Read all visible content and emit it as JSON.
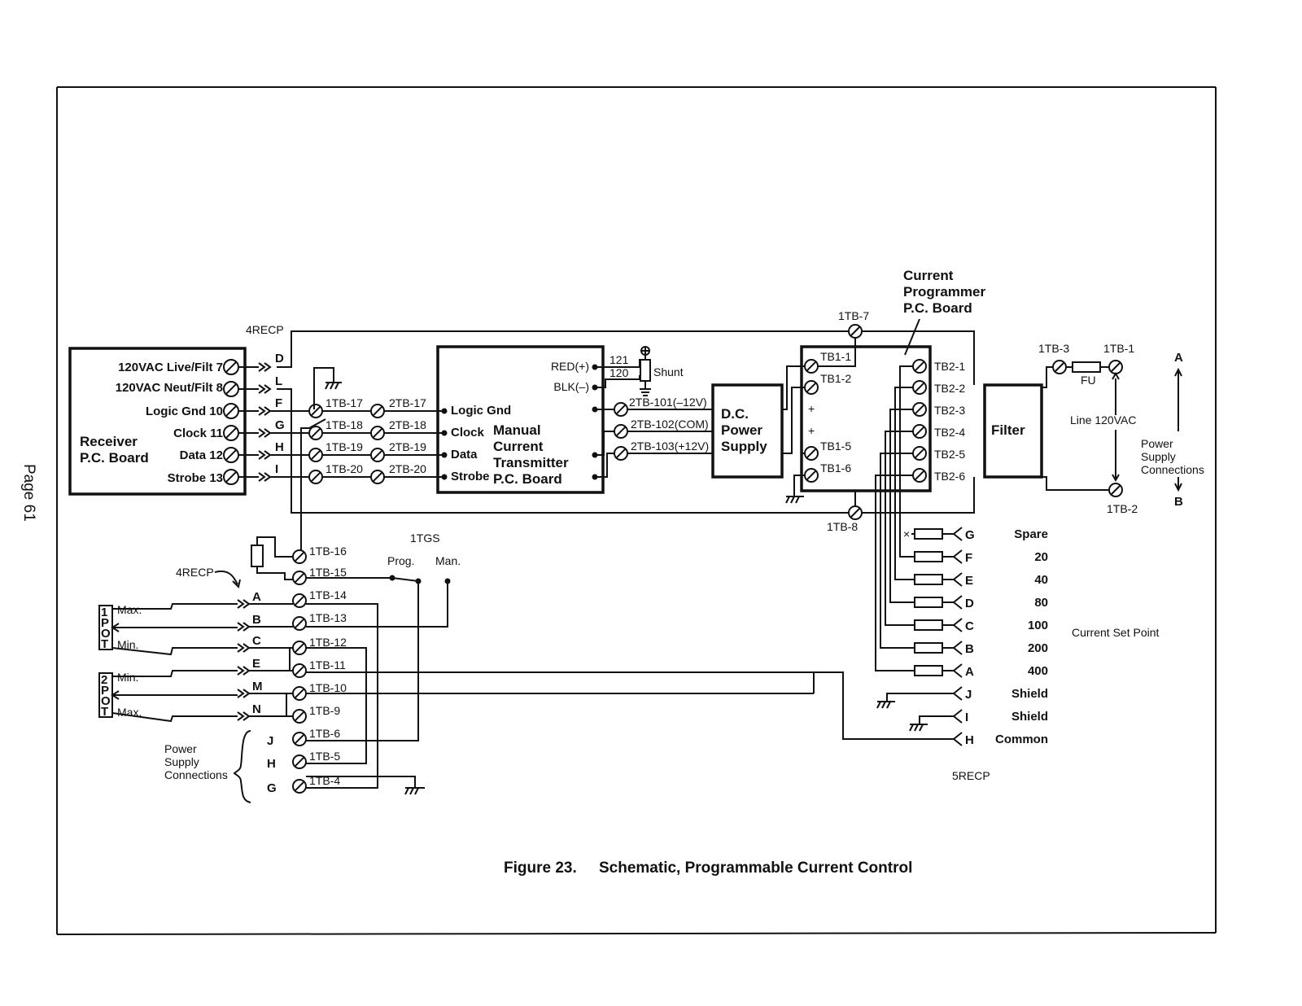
{
  "page_label": "Page 61",
  "caption": {
    "number": "Figure 23.",
    "title": "Schematic, Programmable Current Control"
  },
  "blocks": {
    "receiver": [
      "Receiver",
      "P.C. Board"
    ],
    "transmitter": [
      "Manual",
      "Current",
      "Transmitter",
      "P.C. Board"
    ],
    "dc_supply": [
      "D.C.",
      "Power",
      "Supply"
    ],
    "filter": "Filter",
    "programmer": [
      "Current",
      "Programmer",
      "P.C. Board"
    ]
  },
  "receiver_terminals": [
    "120VAC Live/Filt 7",
    "120VAC Neut/Filt 8",
    "Logic Gnd 10",
    "Clock 11",
    "Data 12",
    "Strobe 13"
  ],
  "recp4": {
    "label": "4RECP",
    "pins": [
      "D",
      "L",
      "F",
      "G",
      "H",
      "I"
    ]
  },
  "tb1_left": [
    "1TB-17",
    "1TB-18",
    "1TB-19",
    "1TB-20"
  ],
  "tb2_left": [
    "2TB-17",
    "2TB-18",
    "2TB-19",
    "2TB-20"
  ],
  "transmitter_inputs": [
    "Logic Gnd",
    "Clock",
    "Data",
    "Strobe"
  ],
  "transmitter_outputs": [
    "RED(+)",
    "BLK(–)"
  ],
  "shunt": {
    "label": "Shunt",
    "wires": [
      "121",
      "120"
    ]
  },
  "tb2_dc": [
    "2TB-101(–12V)",
    "2TB-102(COM)",
    "2TB-103(+12V)"
  ],
  "tb1_top": "1TB-7",
  "tb1_bottom": "1TB-8",
  "tb1_board": [
    "TB1-1",
    "TB1-2",
    "+",
    "+",
    "TB1-5",
    "TB1-6"
  ],
  "tb2_board": [
    "TB2-1",
    "TB2-2",
    "TB2-3",
    "TB2-4",
    "TB2-5",
    "TB2-6"
  ],
  "line_input": {
    "tb3": "1TB-3",
    "tb1": "1TB-1",
    "tb2": "1TB-2",
    "fuse": "FU",
    "line": "Line 120VAC",
    "power": [
      "Power",
      "Supply",
      "Connections"
    ],
    "a": "A",
    "b": "B"
  },
  "recp5": {
    "label": "5RECP",
    "pins": [
      "G",
      "F",
      "E",
      "D",
      "C",
      "B",
      "A",
      "J",
      "I",
      "H"
    ],
    "values": [
      "Spare",
      "20",
      "40",
      "80",
      "100",
      "200",
      "400",
      "Shield",
      "Shield",
      "Common"
    ],
    "set_point": "Current Set Point"
  },
  "lower_terms": [
    "1TB-16",
    "1TB-15",
    "1TB-14",
    "1TB-13",
    "1TB-12",
    "1TB-11",
    "1TB-10",
    "1TB-9",
    "1TB-6",
    "1TB-5",
    "1TB-4"
  ],
  "lower_pins": [
    "A",
    "B",
    "C",
    "E",
    "M",
    "N",
    "J",
    "H",
    "G"
  ],
  "recp4_lower": "4RECP",
  "switch": {
    "label": "1TGS",
    "prog": "Prog.",
    "man": "Man."
  },
  "pot1": {
    "name": [
      "1",
      "P",
      "O",
      "T"
    ],
    "max": "Max.",
    "min": "Min."
  },
  "pot2": {
    "name": [
      "2",
      "P",
      "O",
      "T"
    ],
    "min": "Min.",
    "max": "Max."
  },
  "power_supply_left": [
    "Power",
    "Supply",
    "Connections"
  ]
}
